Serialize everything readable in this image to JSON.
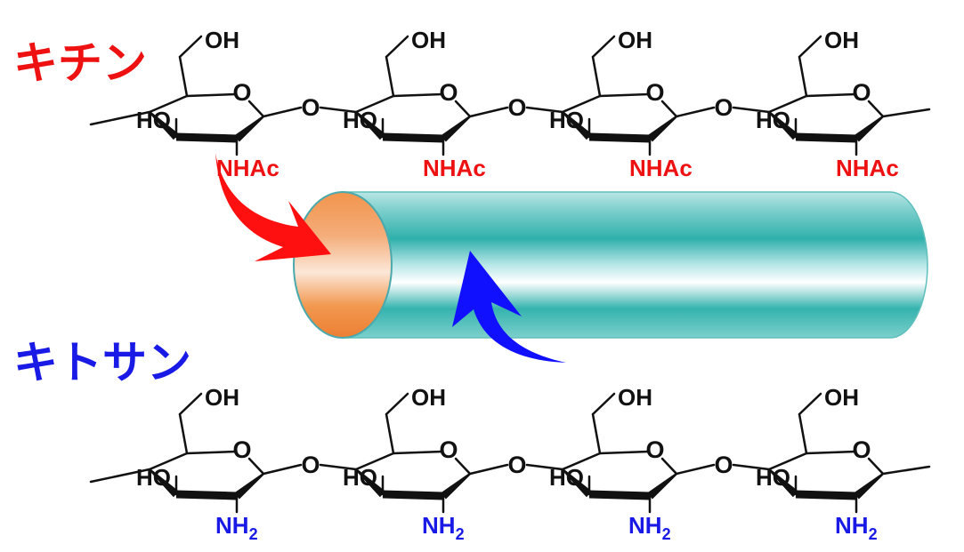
{
  "chitin": {
    "title": "キチン",
    "title_color": "#ee1111",
    "substituent": "NHAc",
    "substituent_color": "#ee1111"
  },
  "chitosan": {
    "title": "キトサン",
    "title_color": "#1a1ae6",
    "substituent_main": "NH",
    "substituent_sub": "2",
    "substituent_color": "#1a1ae6"
  },
  "atoms": {
    "hydroxymethyl": "OH",
    "hydroxyl": "HO",
    "ring_oxygen": "O",
    "glycosidic_oxygen": "O"
  },
  "colors": {
    "bond": "#111111",
    "fiber_body": "#3bb3b0",
    "fiber_end": "#f0924a",
    "arrow_chitin": "#ff1010",
    "arrow_chitosan": "#1010ff"
  }
}
